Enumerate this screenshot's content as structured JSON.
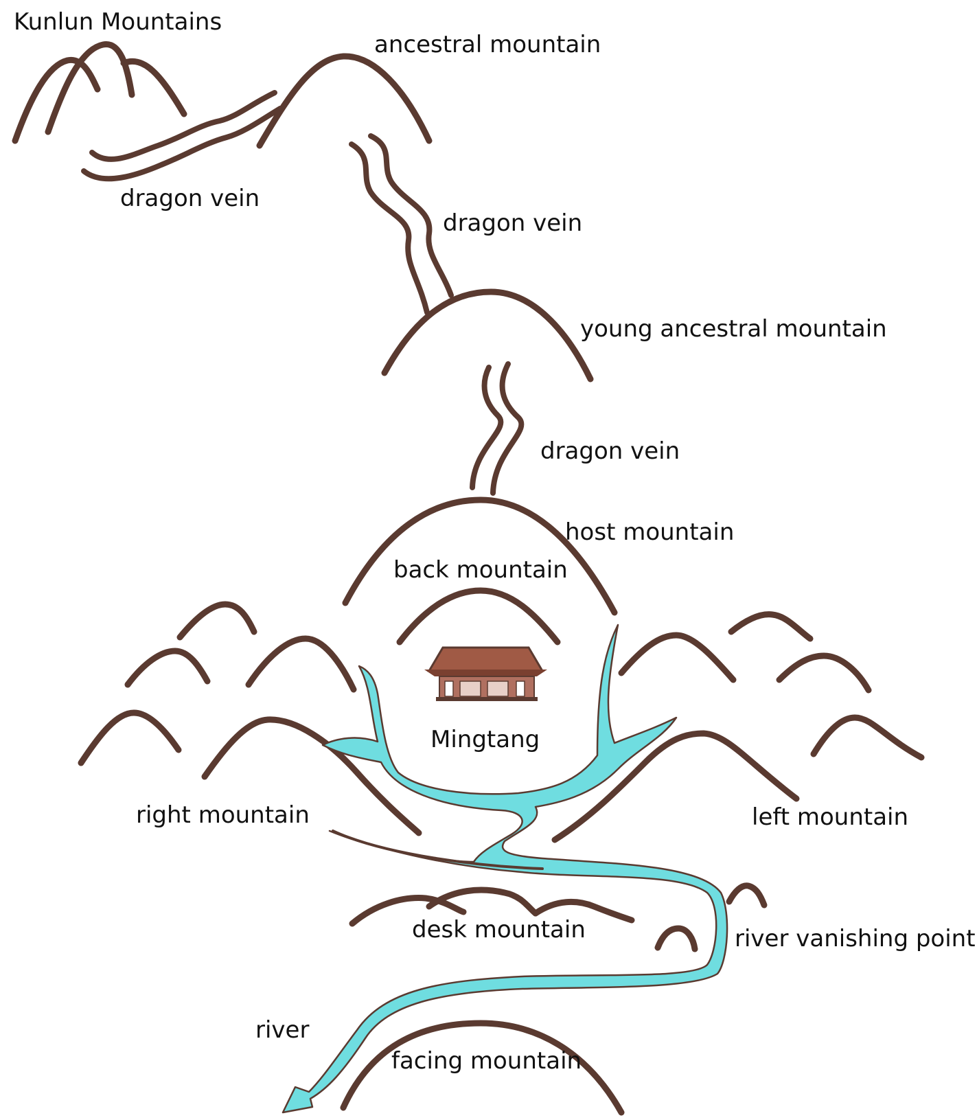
{
  "labels": {
    "kunlun": "Kunlun Mountains",
    "ancestral": "ancestral mountain",
    "dragon_vein_1": "dragon vein",
    "dragon_vein_2": "dragon vein",
    "young_ancestral": "young ancestral mountain",
    "dragon_vein_3": "dragon vein",
    "host": "host mountain",
    "back": "back mountain",
    "mingtang": "Mingtang",
    "right": "right mountain",
    "left": "left mountain",
    "desk": "desk mountain",
    "river_vanishing": "river vanishing point",
    "river": "river",
    "facing": "facing mountain"
  },
  "colors": {
    "mountain_stroke": "#5a3a30",
    "river_fill": "#6fdde0",
    "building": "#8a4a3a"
  }
}
